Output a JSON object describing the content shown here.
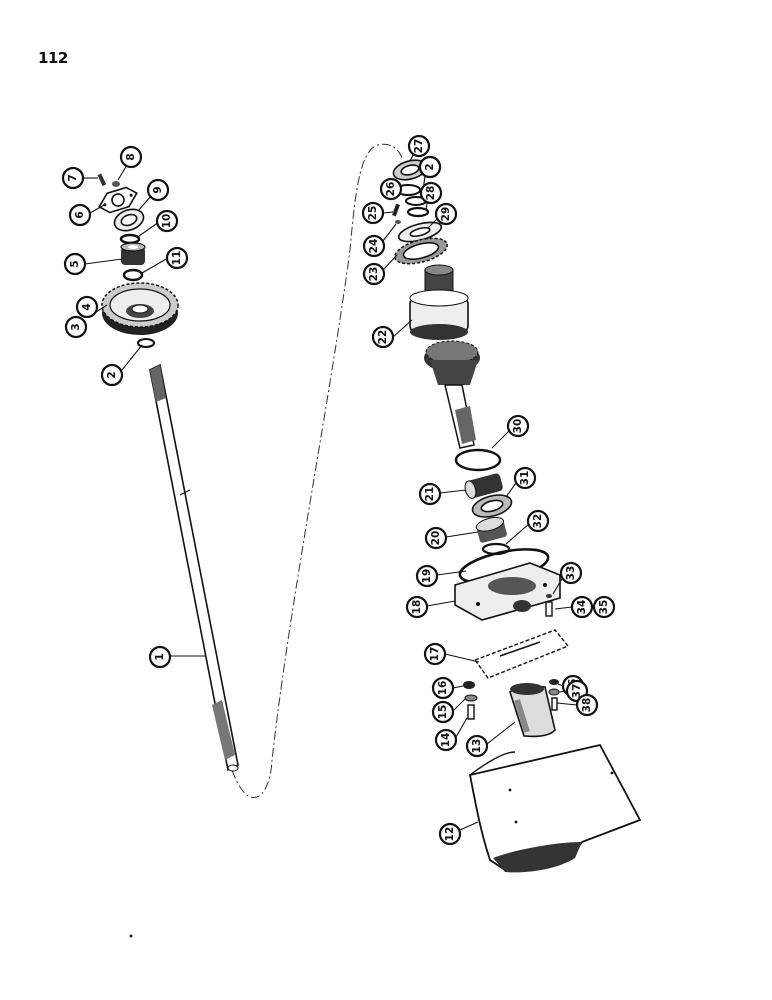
{
  "page_number": "112",
  "callouts": [
    "1",
    "2",
    "3",
    "4",
    "5",
    "6",
    "7",
    "8",
    "9",
    "10",
    "11",
    "2",
    "27",
    "26",
    "2",
    "28",
    "25",
    "29",
    "24",
    "23",
    "22",
    "30",
    "21",
    "31",
    "20",
    "32",
    "19",
    "33",
    "18",
    "34",
    "35",
    "17",
    "36",
    "16",
    "37",
    "15",
    "38",
    "14",
    "13",
    "12"
  ]
}
